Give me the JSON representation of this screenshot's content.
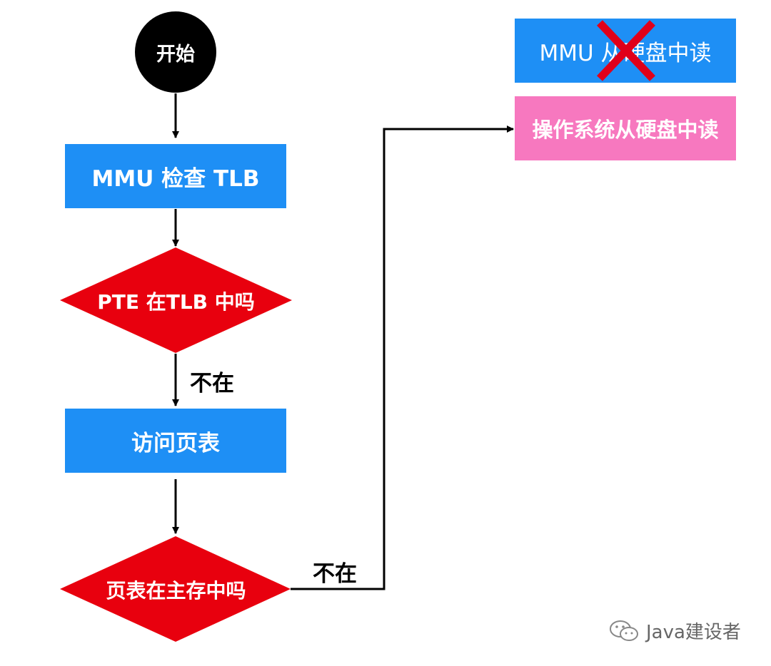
{
  "nodes": {
    "start": "开始",
    "check_tlb": "MMU 检查 TLB",
    "pte_in_tlb": "PTE 在TLB 中吗",
    "access_page_table": "访问页表",
    "pt_in_memory": "页表在主存中吗",
    "mmu_read_disk": "MMU 从硬盘中读",
    "os_read_disk": "操作系统从硬盘中读"
  },
  "edge_labels": {
    "not_in_1": "不在",
    "not_in_2": "不在"
  },
  "watermark": {
    "text": "Java建设者",
    "icon": "wechat-icon"
  },
  "colors": {
    "blue": "#1e8ff5",
    "red": "#e8000e",
    "pink": "#f778bf",
    "black": "#000000",
    "cross": "#e0001a"
  }
}
